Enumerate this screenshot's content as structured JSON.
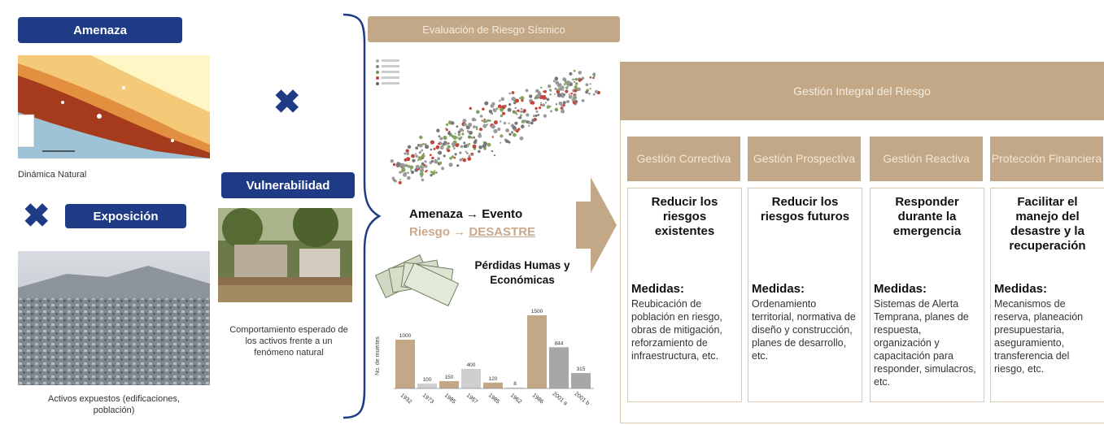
{
  "left": {
    "amenaza_label": "Amenaza",
    "dinamica_caption": "Dinámica Natural",
    "exposicion_label": "Exposición",
    "activos_caption": "Activos expuestos (edificaciones, población)",
    "vulnerabilidad_label": "Vulnerabilidad",
    "comportamiento_caption": "Comportamiento esperado de los activos frente a un fenómeno natural"
  },
  "evaluation": {
    "title": "Evaluación de Riesgo Sísmico",
    "amenaza_line": "Amenaza → Evento",
    "riesgo_prefix": "Riesgo → ",
    "desastre": "DESASTRE",
    "perdidas_title": "Pérdidas Humas y Económicas"
  },
  "chart_data": {
    "type": "bar",
    "ylabel": "No. de muertes",
    "categories": [
      "1932",
      "1973",
      "1985",
      "1957",
      "1985",
      "1962",
      "1986",
      "2001 a",
      "2001 b"
    ],
    "values": [
      1000,
      100,
      150,
      400,
      120,
      8,
      1500,
      844,
      315
    ],
    "value_labels": [
      "1000",
      "100",
      "150",
      "400",
      "120",
      "8",
      "1500",
      "844",
      "315"
    ],
    "ylim": [
      0,
      1600
    ]
  },
  "gestion": {
    "title": "Gestión Integral del Riesgo",
    "columns": [
      {
        "head": "Gestión Correctiva",
        "title": "Reducir los riesgos existentes",
        "medidas_label": "Medidas:",
        "medidas": "Reubicación de población en riesgo, obras de mitigación, reforzamiento de infraestructura, etc."
      },
      {
        "head": "Gestión Prospectiva",
        "title": "Reducir los riesgos futuros",
        "medidas_label": "Medidas:",
        "medidas": "Ordenamiento territorial, normativa de diseño y construcción, planes de desarrollo, etc."
      },
      {
        "head": "Gestión Reactiva",
        "title": "Responder durante la emergencia",
        "medidas_label": "Medidas:",
        "medidas": "Sistemas de Alerta Temprana, planes de respuesta, organización y capacitación para responder, simulacros, etc."
      },
      {
        "head": "Protección Financiera",
        "title": "Facilitar el manejo del desastre y la recuperación",
        "medidas_label": "Medidas:",
        "medidas": "Mecanismos de reserva, planeación presupuestaria, aseguramiento, transferencia del riesgo, etc."
      }
    ]
  },
  "colors": {
    "navy": "#1f3b86",
    "tan": "#c2a886",
    "bar": "#c2a886"
  }
}
